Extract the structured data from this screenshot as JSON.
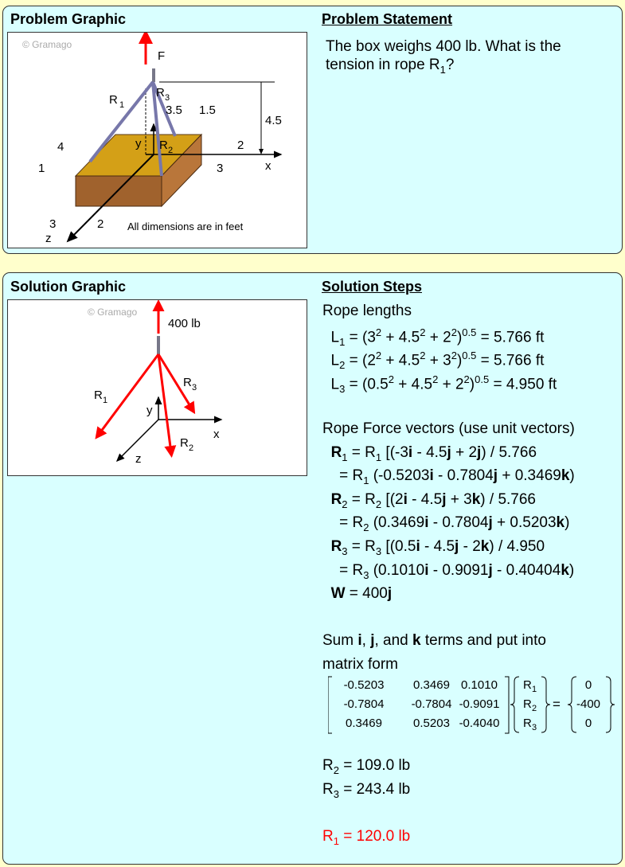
{
  "problem": {
    "graphic_title": "Problem Graphic",
    "statement_title": "Problem Statement",
    "statement": [
      [
        {
          "t": "The box weighs 400 lb. What is the"
        }
      ],
      [
        {
          "t": "tension in rope R"
        },
        {
          "t": "1",
          "s": "sub"
        },
        {
          "t": "?"
        }
      ]
    ],
    "graphic": {
      "copyright": "© Gramago",
      "force": "F",
      "r1": "R",
      "r2": "R",
      "r3": "R",
      "sub1": "1",
      "sub2": "2",
      "sub3": "3",
      "y": "y",
      "x": "x",
      "z": "z",
      "dims": [
        "4",
        "1",
        "3",
        "2",
        "3.5",
        "1.5",
        "2",
        "3",
        "4.5"
      ],
      "note": "All dimensions are in feet"
    }
  },
  "solution": {
    "graphic_title": "Solution Graphic",
    "steps_title": "Solution Steps",
    "graphic": {
      "copyright": "© Gramago",
      "weight": "400 lb",
      "r": "R",
      "sub1": "1",
      "sub2": "2",
      "sub3": "3",
      "x": "x",
      "y": "y",
      "z": "z"
    },
    "lines": [
      [
        {
          "t": "Rope lengths"
        }
      ],
      [
        {
          "t": "  L"
        },
        {
          "t": "1",
          "s": "sub"
        },
        {
          "t": " = (3"
        },
        {
          "t": "2",
          "s": "sup"
        },
        {
          "t": " + 4.5"
        },
        {
          "t": "2",
          "s": "sup"
        },
        {
          "t": " + 2"
        },
        {
          "t": "2",
          "s": "sup"
        },
        {
          "t": ")"
        },
        {
          "t": "0.5",
          "s": "sup"
        },
        {
          "t": " = 5.766 ft"
        }
      ],
      [
        {
          "t": "  L"
        },
        {
          "t": "2",
          "s": "sub"
        },
        {
          "t": " = (2"
        },
        {
          "t": "2",
          "s": "sup"
        },
        {
          "t": " + 4.5"
        },
        {
          "t": "2",
          "s": "sup"
        },
        {
          "t": " + 3"
        },
        {
          "t": "2",
          "s": "sup"
        },
        {
          "t": ")"
        },
        {
          "t": "0.5",
          "s": "sup"
        },
        {
          "t": " = 5.766 ft"
        }
      ],
      [
        {
          "t": "  L"
        },
        {
          "t": "3",
          "s": "sub"
        },
        {
          "t": " = (0.5"
        },
        {
          "t": "2",
          "s": "sup"
        },
        {
          "t": " + 4.5"
        },
        {
          "t": "2",
          "s": "sup"
        },
        {
          "t": " + 2"
        },
        {
          "t": "2",
          "s": "sup"
        },
        {
          "t": ")"
        },
        {
          "t": "0.5",
          "s": "sup"
        },
        {
          "t": " = 4.950 ft"
        }
      ],
      [],
      [
        {
          "t": "Rope Force vectors (use unit vectors)"
        }
      ],
      [
        {
          "t": "  "
        },
        {
          "t": "R",
          "s": "b"
        },
        {
          "t": "1",
          "s": "sub"
        },
        {
          "t": " = R"
        },
        {
          "t": "1",
          "s": "sub"
        },
        {
          "t": " [(-3"
        },
        {
          "t": "i",
          "s": "b"
        },
        {
          "t": " - 4.5"
        },
        {
          "t": "j",
          "s": "b"
        },
        {
          "t": " + 2"
        },
        {
          "t": "j",
          "s": "b"
        },
        {
          "t": ") / 5.766"
        }
      ],
      [
        {
          "t": "    = R"
        },
        {
          "t": "1",
          "s": "sub"
        },
        {
          "t": " (-0.5203"
        },
        {
          "t": "i",
          "s": "b"
        },
        {
          "t": " - 0.7804"
        },
        {
          "t": "j",
          "s": "b"
        },
        {
          "t": " + 0.3469"
        },
        {
          "t": "k",
          "s": "b"
        },
        {
          "t": ")"
        }
      ],
      [
        {
          "t": "  "
        },
        {
          "t": "R",
          "s": "b"
        },
        {
          "t": "2",
          "s": "sub"
        },
        {
          "t": " = R"
        },
        {
          "t": "2",
          "s": "sub"
        },
        {
          "t": " [(2"
        },
        {
          "t": "i",
          "s": "b"
        },
        {
          "t": " - 4.5"
        },
        {
          "t": "j",
          "s": "b"
        },
        {
          "t": " + 3"
        },
        {
          "t": "k",
          "s": "b"
        },
        {
          "t": ") / 5.766"
        }
      ],
      [
        {
          "t": "    = R"
        },
        {
          "t": "2",
          "s": "sub"
        },
        {
          "t": " (0.3469"
        },
        {
          "t": "i",
          "s": "b"
        },
        {
          "t": " - 0.7804"
        },
        {
          "t": "j",
          "s": "b"
        },
        {
          "t": " + 0.5203"
        },
        {
          "t": "k",
          "s": "b"
        },
        {
          "t": ")"
        }
      ],
      [
        {
          "t": "  "
        },
        {
          "t": "R",
          "s": "b"
        },
        {
          "t": "3",
          "s": "sub"
        },
        {
          "t": " = R"
        },
        {
          "t": "3",
          "s": "sub"
        },
        {
          "t": " [(0.5"
        },
        {
          "t": "i",
          "s": "b"
        },
        {
          "t": " - 4.5"
        },
        {
          "t": "j",
          "s": "b"
        },
        {
          "t": " - 2"
        },
        {
          "t": "k",
          "s": "b"
        },
        {
          "t": ") / 4.950"
        }
      ],
      [
        {
          "t": "    = R"
        },
        {
          "t": "3",
          "s": "sub"
        },
        {
          "t": " (0.1010"
        },
        {
          "t": "i",
          "s": "b"
        },
        {
          "t": " - 0.9091"
        },
        {
          "t": "j",
          "s": "b"
        },
        {
          "t": " - 0.40404"
        },
        {
          "t": "k",
          "s": "b"
        },
        {
          "t": ")"
        }
      ],
      [
        {
          "t": "  "
        },
        {
          "t": "W",
          "s": "b"
        },
        {
          "t": " = 400"
        },
        {
          "t": "j",
          "s": "b"
        }
      ],
      [],
      [
        {
          "t": "Sum "
        },
        {
          "t": "i",
          "s": "b"
        },
        {
          "t": ", "
        },
        {
          "t": "j",
          "s": "b"
        },
        {
          "t": ", and "
        },
        {
          "t": "k",
          "s": "b"
        },
        {
          "t": " terms and put into"
        }
      ],
      [
        {
          "t": "matrix form"
        }
      ]
    ],
    "matrix": {
      "rows": [
        [
          "-0.5203",
          "0.3469",
          "0.1010"
        ],
        [
          "-0.7804",
          "-0.7804",
          "-0.9091"
        ],
        [
          "0.3469",
          "0.5203",
          "-0.4040"
        ]
      ],
      "unknowns": [
        "1",
        "2",
        "3"
      ],
      "unknown_letter": "R",
      "rhs": [
        "0",
        "-400",
        "0"
      ],
      "equals": "="
    },
    "results": [
      [
        {
          "t": "R"
        },
        {
          "t": "2",
          "s": "sub"
        },
        {
          "t": " = 109.0 lb"
        }
      ],
      [
        {
          "t": "R"
        },
        {
          "t": "3",
          "s": "sub"
        },
        {
          "t": " = 243.4 lb"
        }
      ]
    ],
    "answer": [
      {
        "t": "R"
      },
      {
        "t": "1",
        "s": "sub"
      },
      {
        "t": " = 120.0 lb"
      }
    ],
    "answer_color": "#ff0000"
  }
}
